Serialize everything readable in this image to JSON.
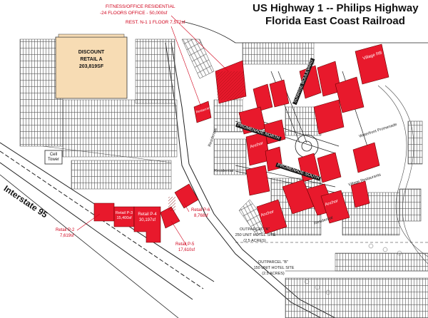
{
  "header": {
    "title_line1": "US Highway 1 -- Philips Highway",
    "title_line2": "Florida East Coast Railroad"
  },
  "callouts": {
    "fitness_line1": "FITNESS/OFFICE RESIDENTIAL",
    "fitness_line2": "-24 FLOORS OFFICE - 50,000sf",
    "rest_floor": "REST. N-1 1 FLOOR 7,572sf"
  },
  "discount_retail": {
    "line1": "DISCOUNT",
    "line2": "RETAIL A",
    "line3": "203,819SF"
  },
  "cell_tower": {
    "line1": "Cell",
    "line2": "Tower"
  },
  "interstate": "Interstate 95",
  "retail_labels": {
    "p2_name": "Retail P-2",
    "p2_area": "7,619sf",
    "p3_name": "Retail P-3",
    "p3_area": "15,400sf",
    "p4_name": "Retail P-4",
    "p4_area": "30,197sf",
    "p5_name": "Retail P-5",
    "p5_area": "17,610sf",
    "p6_name": "Retail P-6",
    "p6_area": "8,768sf"
  },
  "outparcels": {
    "a_line1": "OUTPARCEL \"A\"",
    "a_line2": "250 UNIT HOTEL SITE",
    "a_line3": "(2.5 ACRES)",
    "b_line1": "OUTPARCEL \"B\"",
    "b_line2": "150 UNIT HOTEL SITE",
    "b_line3": "(2.5 ACRES)"
  },
  "streets": {
    "promenade_north": "PROMENADE NORTH",
    "promenade_south": "PROMENADE SOUTH",
    "sunrise_boulevard": "SUNRISE BOULEVARD",
    "village_restaurants": "Village Restaurants",
    "waterfront_promenade": "Waterfront Promenade"
  },
  "labels": {
    "residential": "Residential",
    "village_rb": "Village RB",
    "anchor": "Anchor",
    "restaurant": "Restaurant"
  },
  "colors": {
    "building_red": "#e8192c",
    "discount_fill": "#f7dcb4",
    "text_red": "#d0021b",
    "line_dark": "#1a1a1a"
  }
}
